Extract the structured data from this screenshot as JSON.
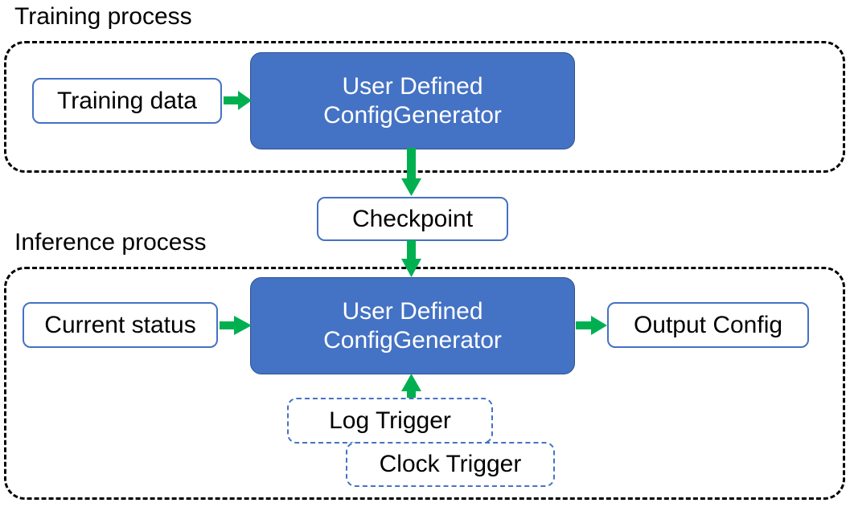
{
  "diagram": {
    "title_top": "Training process",
    "title_bottom": "Inference process",
    "accent_blue": "#4472C4",
    "accent_blue_dark": "#2F528F",
    "accent_green": "#00B050",
    "outline_black": "#000000",
    "text_dark": "#000000",
    "text_light": "#FFFFFF"
  },
  "training": {
    "caption": "Training process",
    "input": {
      "label": "Training data"
    },
    "process": {
      "line1": "User Defined",
      "line2": "ConfigGenerator"
    }
  },
  "checkpoint": {
    "label": "Checkpoint"
  },
  "inference": {
    "caption": "Inference process",
    "input": {
      "label": "Current status"
    },
    "process": {
      "line1": "User Defined",
      "line2": "ConfigGenerator"
    },
    "output": {
      "label": "Output Config"
    },
    "triggers": [
      {
        "label": "Log Trigger"
      },
      {
        "label": "Clock Trigger"
      }
    ]
  },
  "arrows": [
    {
      "name": "training-data-to-process",
      "direction": "right"
    },
    {
      "name": "training-process-to-checkpoint",
      "direction": "down"
    },
    {
      "name": "checkpoint-to-inference-process",
      "direction": "down"
    },
    {
      "name": "current-status-to-process",
      "direction": "right"
    },
    {
      "name": "process-to-output-config",
      "direction": "right"
    },
    {
      "name": "triggers-to-process",
      "direction": "up"
    }
  ]
}
